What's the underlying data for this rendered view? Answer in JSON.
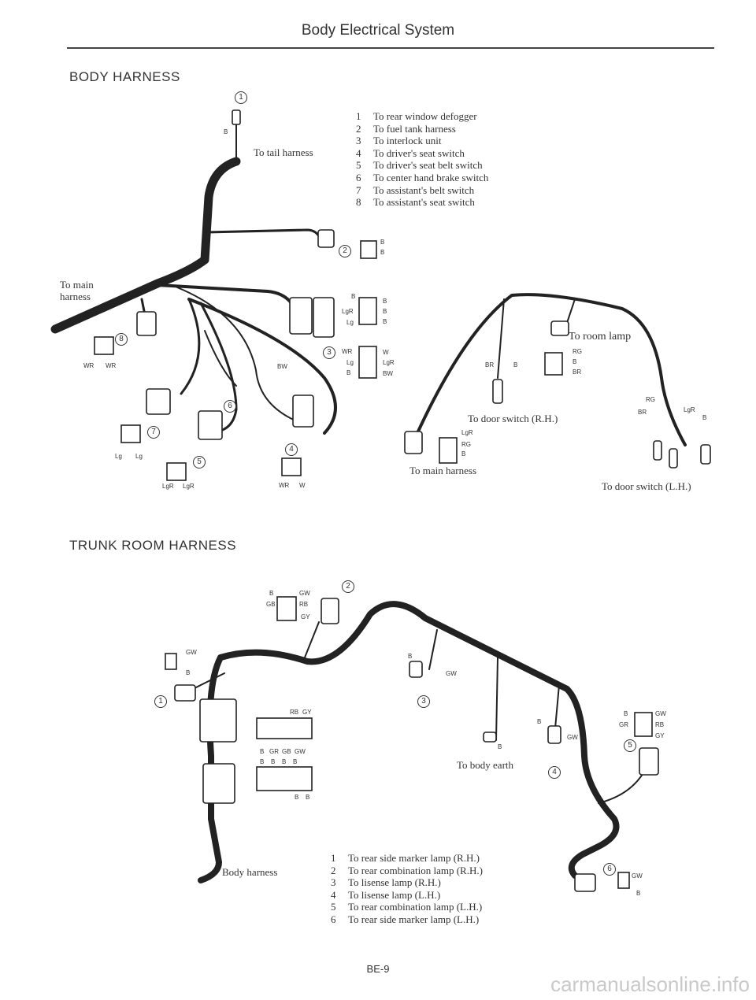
{
  "page": {
    "header": "Body Electrical System",
    "page_number": "BE-9",
    "watermark": "carmanualsonline.info"
  },
  "body_harness": {
    "title": "BODY HARNESS",
    "legend": [
      {
        "num": "1",
        "text": "To rear window defogger"
      },
      {
        "num": "2",
        "text": "To fuel tank harness"
      },
      {
        "num": "3",
        "text": "To interlock unit"
      },
      {
        "num": "4",
        "text": "To driver's seat switch"
      },
      {
        "num": "5",
        "text": "To driver's seat belt switch"
      },
      {
        "num": "6",
        "text": "To center hand brake switch"
      },
      {
        "num": "7",
        "text": "To assistant's belt switch"
      },
      {
        "num": "8",
        "text": "To assistant's seat switch"
      }
    ],
    "labels": {
      "to_tail_harness": "To tail harness",
      "to_main_harness_left_1": "To main",
      "to_main_harness_left_2": "harness",
      "to_room_lamp": "To room lamp",
      "to_door_switch_rh": "To door switch (R.H.)",
      "to_main_harness_right": "To main harness",
      "to_door_switch_lh": "To door switch (L.H.)"
    },
    "callouts": [
      "1",
      "2",
      "3",
      "4",
      "5",
      "6",
      "7",
      "8"
    ],
    "wire_codes": {
      "c1": "B",
      "c2a": "B",
      "c2b": "B",
      "c3_top_a": "B",
      "c3_top_b": "B",
      "c3_top_c": "LgR",
      "c3_top_d": "B",
      "c3_top_e": "Lg",
      "c3_top_f": "B",
      "c3_bot_a": "WR",
      "c3_bot_b": "W",
      "c3_bot_c": "Lg",
      "c3_bot_d": "LgR",
      "c3_bot_e": "B",
      "c3_bot_f": "BW",
      "bw": "BW",
      "c8a": "WR",
      "c8b": "WR",
      "c7a": "Lg",
      "c7b": "Lg",
      "c5a": "LgR",
      "c5b": "LgR",
      "c4a": "WR",
      "c4b": "W",
      "rl_a": "RG",
      "rl_b": "B",
      "rl_c": "BR",
      "rh_a": "BR",
      "rh_b": "B",
      "mh_a": "LgR",
      "mh_b": "RG",
      "mh_c": "B",
      "lh_a": "RG",
      "lh_b": "BR",
      "lh_c": "LgR",
      "lh_d": "B"
    }
  },
  "trunk_harness": {
    "title": "TRUNK ROOM HARNESS",
    "legend": [
      {
        "num": "1",
        "text": "To rear side marker lamp (R.H.)"
      },
      {
        "num": "2",
        "text": "To rear combination lamp (R.H.)"
      },
      {
        "num": "3",
        "text": "To lisense lamp (R.H.)"
      },
      {
        "num": "4",
        "text": "To lisense lamp (L.H.)"
      },
      {
        "num": "5",
        "text": "To rear combination lamp (L.H.)"
      },
      {
        "num": "6",
        "text": "To rear side marker lamp (L.H.)"
      }
    ],
    "labels": {
      "to_body_earth": "To body earth",
      "body_harness": "Body harness"
    },
    "callouts": [
      "1",
      "2",
      "3",
      "4",
      "5",
      "6"
    ],
    "wire_codes": {
      "t2a": "B",
      "t2b": "GW",
      "t2c": "GB",
      "t2d": "RB",
      "t2e": "GY",
      "t1a": "GW",
      "t1b": "B",
      "t3a": "B",
      "t3b": "GW",
      "earth": "B",
      "t4a": "B",
      "t4b": "GW",
      "t5a": "B",
      "t5b": "GW",
      "t5c": "GR",
      "t5d": "RB",
      "t5e": "GY",
      "j1a": "RB",
      "j1b": "GY",
      "j2a": "B",
      "j2b": "GR",
      "j2c": "GB",
      "j2d": "GW",
      "j3a": "B",
      "j3b": "B",
      "j3c": "B",
      "j3d": "B",
      "j3e": "B",
      "j3f": "B",
      "t6a": "GW",
      "t6b": "B"
    }
  }
}
